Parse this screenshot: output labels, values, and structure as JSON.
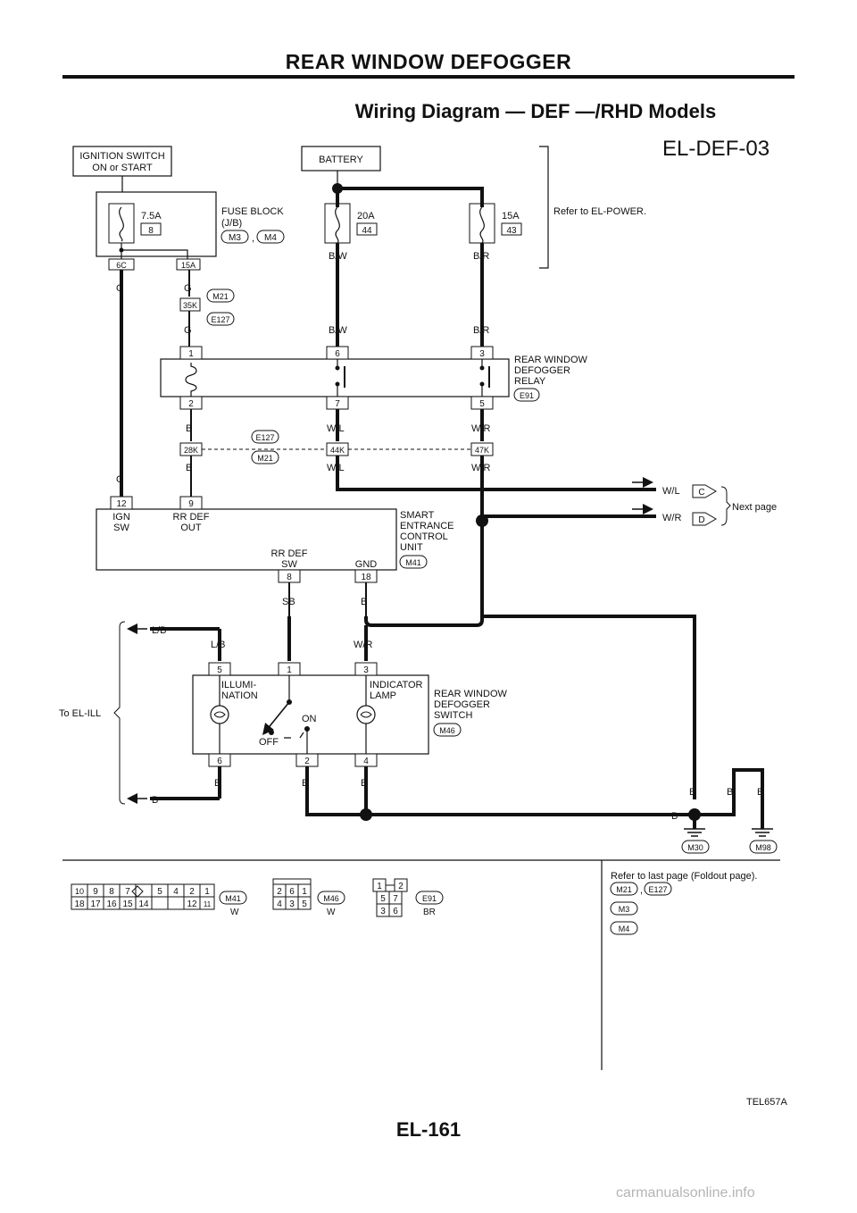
{
  "header": {
    "section_title": "REAR WINDOW DEFOGGER",
    "diagram_title": "Wiring Diagram — DEF —/RHD Models",
    "diagram_code": "EL-DEF-03"
  },
  "power": {
    "ignition_switch_line1": "IGNITION SWITCH",
    "ignition_switch_line2": "ON or START",
    "battery": "BATTERY",
    "fuse_block_line1": "FUSE BLOCK",
    "fuse_block_line2": "(J/B)",
    "fuse_block_conn1": "M3",
    "fuse_block_sep": ",",
    "fuse_block_conn2": "M4",
    "refer_power": "Refer to EL-POWER.",
    "fuses": [
      {
        "rating": "7.5A",
        "number": "8"
      },
      {
        "rating": "20A",
        "number": "44"
      },
      {
        "rating": "15A",
        "number": "43"
      }
    ],
    "fuse_terminals": [
      "6C",
      "15A"
    ]
  },
  "wires": {
    "g": "G",
    "bw": "B/W",
    "br": "B/R",
    "b": "B",
    "wl": "W/L",
    "wr": "W/R",
    "sb": "SB",
    "lb": "L/B"
  },
  "connectors": {
    "m21": "M21",
    "e127": "E127",
    "c35k": "35K",
    "c28k": "28K",
    "c44k": "44K",
    "c47k": "47K",
    "m41": "M41",
    "m46": "M46",
    "e91": "E91",
    "m30": "M30",
    "m98": "M98",
    "m3": "M3",
    "m4": "M4"
  },
  "relay": {
    "name_line1": "REAR WINDOW",
    "name_line2": "DEFOGGER",
    "name_line3": "RELAY",
    "pins": [
      "1",
      "6",
      "3",
      "2",
      "7",
      "5"
    ]
  },
  "control_unit": {
    "name_line1": "SMART",
    "name_line2": "ENTRANCE",
    "name_line3": "CONTROL",
    "name_line4": "UNIT",
    "pins": [
      "12",
      "9",
      "8",
      "18"
    ],
    "ign_sw_line1": "IGN",
    "ign_sw_line2": "SW",
    "rr_def_out_line1": "RR DEF",
    "rr_def_out_line2": "OUT",
    "rr_def_sw_line1": "RR DEF",
    "rr_def_sw_line2": "SW",
    "gnd": "GND"
  },
  "next_page": {
    "label": "Next page",
    "c": "C",
    "d": "D"
  },
  "defogger_switch": {
    "name_line1": "REAR WINDOW",
    "name_line2": "DEFOGGER",
    "name_line3": "SWITCH",
    "illumination_line1": "ILLUMI-",
    "illumination_line2": "NATION",
    "indicator_line1": "INDICATOR",
    "indicator_line2": "LAMP",
    "on": "ON",
    "off": "OFF",
    "pins_top": [
      "5",
      "1",
      "3"
    ],
    "pins_bottom": [
      "6",
      "2",
      "4"
    ],
    "to_ill": "To EL-ILL"
  },
  "connector_views": {
    "m41_row1": [
      "10",
      "9",
      "8",
      "7",
      "5",
      "4",
      "2",
      "1"
    ],
    "m41_row2": [
      "18",
      "17",
      "16",
      "15",
      "14",
      "12",
      "11"
    ],
    "m41_color": "W",
    "m46_row1": [
      "2",
      "6",
      "1"
    ],
    "m46_row2": [
      "4",
      "3",
      "5"
    ],
    "m46_color": "W",
    "e91_pins": [
      "1",
      "2",
      "5",
      "7",
      "3",
      "6"
    ],
    "e91_color": "BR",
    "refer_last_page": "Refer to last page (Foldout page)."
  },
  "footer": {
    "code": "TEL657A",
    "page": "EL-161",
    "watermark": "carmanualsonline.info"
  }
}
